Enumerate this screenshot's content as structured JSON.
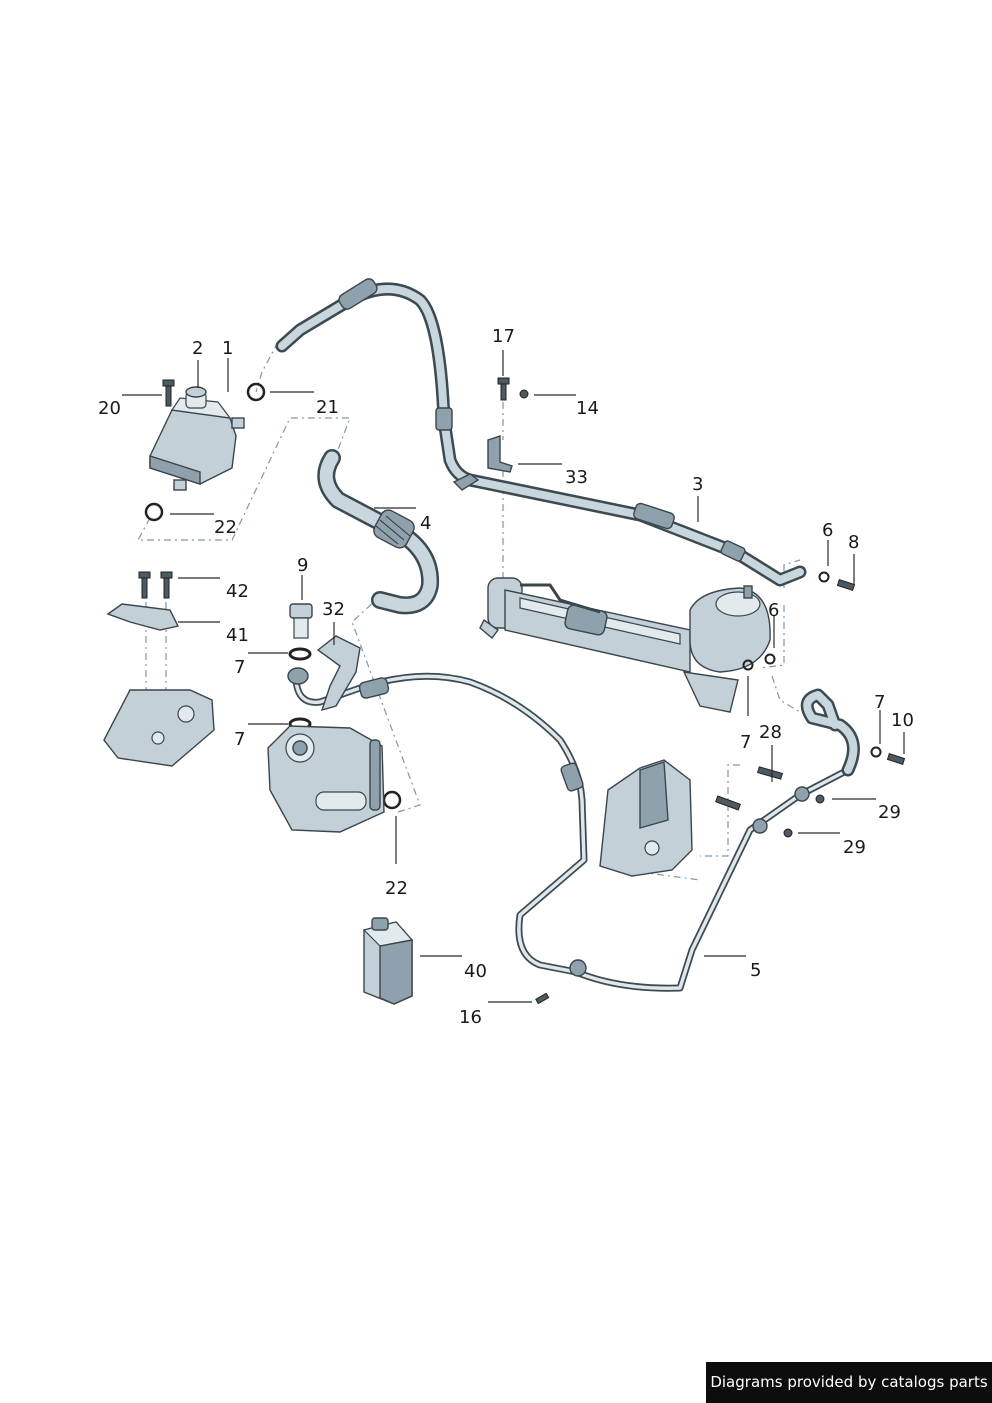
{
  "callouts": {
    "c1": "1",
    "c2": "2",
    "c3": "3",
    "c4": "4",
    "c5": "5",
    "c6a": "6",
    "c6b": "6",
    "c7a": "7",
    "c7b": "7",
    "c7c": "7",
    "c7d": "7",
    "c8": "8",
    "c9": "9",
    "c10": "10",
    "c14": "14",
    "c16": "16",
    "c17": "17",
    "c20": "20",
    "c21": "21",
    "c22a": "22",
    "c22b": "22",
    "c28": "28",
    "c29a": "29",
    "c29b": "29",
    "c32": "32",
    "c33": "33",
    "c40": "40",
    "c41": "41",
    "c42": "42"
  },
  "watermark": "Diagrams provided by catalogs parts"
}
